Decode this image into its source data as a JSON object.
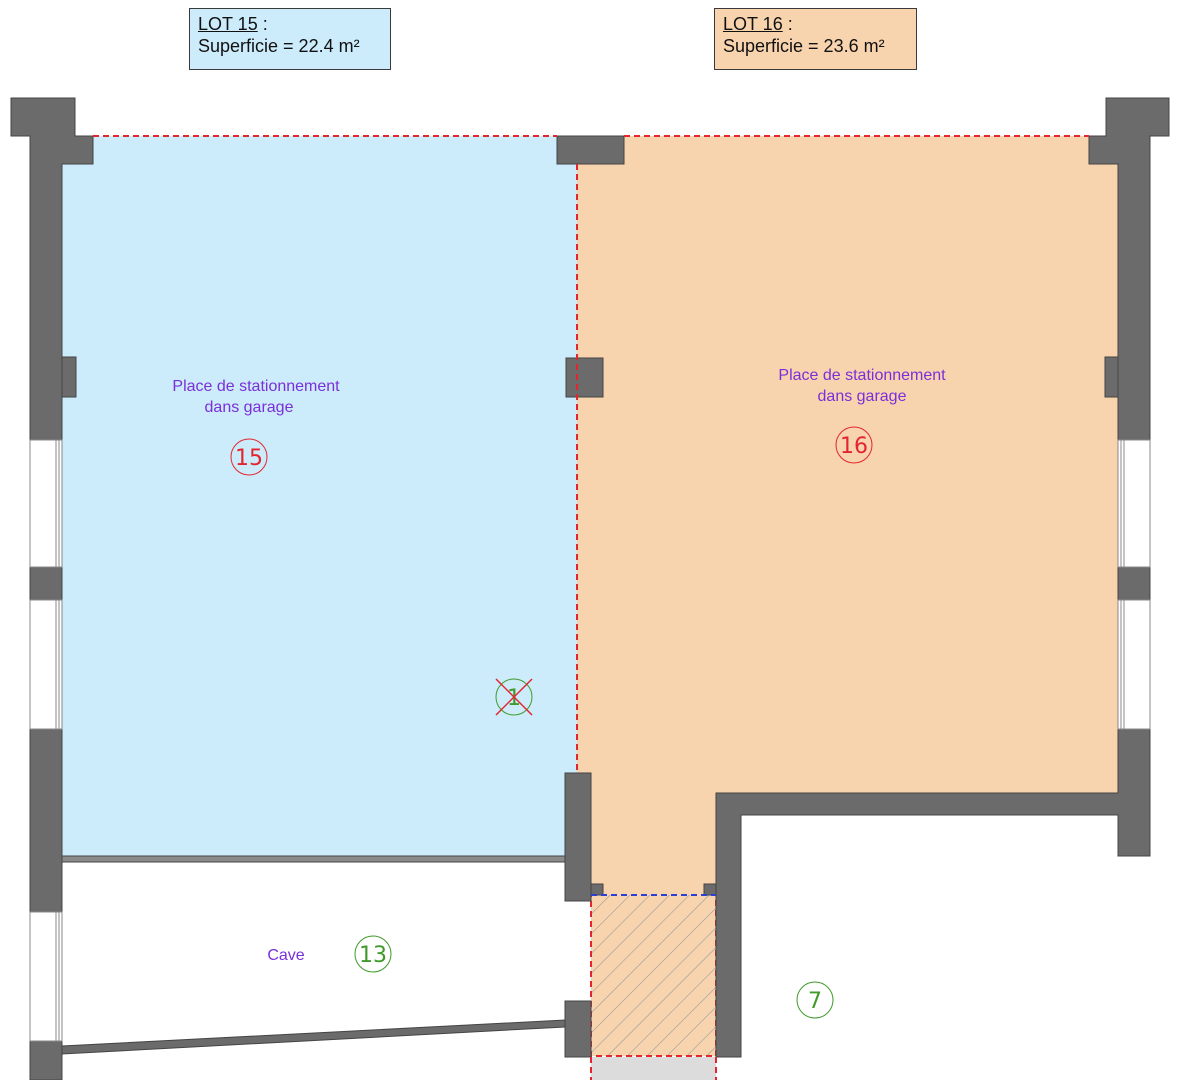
{
  "lots": [
    {
      "title": "LOT 15",
      "suffix": " :",
      "area": "Superficie = 22.4 m²",
      "fill": "#ccecfb"
    },
    {
      "title": "LOT 16",
      "suffix": " :",
      "area": "Superficie = 23.6 m²",
      "fill": "#f8d4ae"
    }
  ],
  "rooms": {
    "lot15_line1": "Place de stationnement",
    "lot15_line2": "dans garage",
    "lot16_line1": "Place de stationnement",
    "lot16_line2": "dans garage",
    "cave": "Cave"
  },
  "numbers": {
    "lot15": "15",
    "lot16": "16",
    "cave": "13",
    "removed": "1",
    "area7": "7"
  },
  "colors": {
    "wall": "#6b6b6b",
    "lot_boundary": "#e3262e",
    "common_boundary": "#2a3fd6",
    "room_label": "#7a2fd9",
    "number_green": "#3f9a2a",
    "number_red": "#e3262e"
  }
}
